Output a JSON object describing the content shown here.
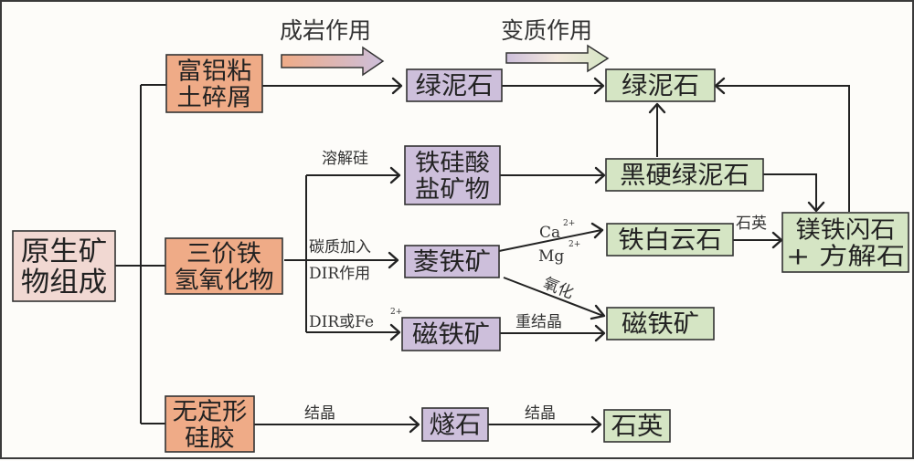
{
  "colors": {
    "primary": "#f1d8d2",
    "source": "#efab87",
    "diagenesis": "#cdbfdb",
    "metamorphism": "#d5e5c4",
    "line": "#222222"
  },
  "stages": {
    "diagenesis": {
      "label": "成岩作用",
      "gradient": [
        "#efab87",
        "#cdbfdb"
      ]
    },
    "metamorphism": {
      "label": "变质作用",
      "gradient": [
        "#cdbfdb",
        "#f3e8dc",
        "#d5e5c4"
      ]
    }
  },
  "nodes": {
    "primary": {
      "lines": [
        "原生矿",
        "物组成"
      ],
      "category": "primary"
    },
    "al_clay": {
      "lines": [
        "富铝粘",
        "土碎屑"
      ],
      "category": "source"
    },
    "ferric": {
      "lines": [
        "三价铁",
        "氢氧化物"
      ],
      "category": "source"
    },
    "amorph_si": {
      "lines": [
        "无定形",
        "硅胶"
      ],
      "category": "source"
    },
    "chlorite_d": {
      "lines": [
        "绿泥石"
      ],
      "category": "diagenesis"
    },
    "fe_silicate": {
      "lines": [
        "铁硅酸",
        "盐矿物"
      ],
      "category": "diagenesis"
    },
    "siderite": {
      "lines": [
        "菱铁矿"
      ],
      "category": "diagenesis"
    },
    "magnetite_d": {
      "lines": [
        "磁铁矿"
      ],
      "category": "diagenesis"
    },
    "chert": {
      "lines": [
        "燧石"
      ],
      "category": "diagenesis"
    },
    "chlorite_m": {
      "lines": [
        "绿泥石"
      ],
      "category": "metamorphism"
    },
    "stilpnomelane": {
      "lines": [
        "黑硬绿泥石"
      ],
      "category": "metamorphism"
    },
    "ankerite": {
      "lines": [
        "铁白云石"
      ],
      "category": "metamorphism"
    },
    "grunerite": {
      "lines": [
        "镁铁闪石",
        "+ 方解石"
      ],
      "category": "metamorphism"
    },
    "magnetite_m": {
      "lines": [
        "磁铁矿"
      ],
      "category": "metamorphism"
    },
    "quartz": {
      "lines": [
        "石英"
      ],
      "category": "metamorphism"
    }
  },
  "edge_labels": {
    "dissolved_si": "溶解硅",
    "carbon_in": "碳质加入",
    "dir": "DIR作用",
    "dir_fe": "DIR或Fe",
    "fe_charge": "2+",
    "ca": "Ca",
    "mg": "Mg",
    "ion_charge": "2+",
    "oxidation": "氧化",
    "recrystal": "重结晶",
    "crystal_1": "结晶",
    "crystal_2": "结晶",
    "quartz_in": "石英"
  },
  "edges": [
    {
      "from": "primary",
      "to": "al_clay"
    },
    {
      "from": "primary",
      "to": "ferric"
    },
    {
      "from": "primary",
      "to": "amorph_si"
    },
    {
      "from": "al_clay",
      "to": "chlorite_d"
    },
    {
      "from": "chlorite_d",
      "to": "chlorite_m"
    },
    {
      "from": "ferric",
      "to": "fe_silicate",
      "label": "溶解硅"
    },
    {
      "from": "ferric",
      "to": "siderite",
      "label": "碳质加入 / DIR作用"
    },
    {
      "from": "ferric",
      "to": "magnetite_d",
      "label": "DIR或Fe2+"
    },
    {
      "from": "fe_silicate",
      "to": "stilpnomelane"
    },
    {
      "from": "stilpnomelane",
      "to": "chlorite_m"
    },
    {
      "from": "stilpnomelane",
      "to": "grunerite"
    },
    {
      "from": "grunerite",
      "to": "chlorite_m"
    },
    {
      "from": "siderite",
      "to": "ankerite",
      "label": "Ca2+ Mg2+"
    },
    {
      "from": "siderite",
      "to": "magnetite_m",
      "label": "氧化"
    },
    {
      "from": "magnetite_d",
      "to": "magnetite_m",
      "label": "重结晶"
    },
    {
      "from": "ankerite",
      "to": "grunerite",
      "label": "石英"
    },
    {
      "from": "amorph_si",
      "to": "chert",
      "label": "结晶"
    },
    {
      "from": "chert",
      "to": "quartz",
      "label": "结晶"
    }
  ]
}
